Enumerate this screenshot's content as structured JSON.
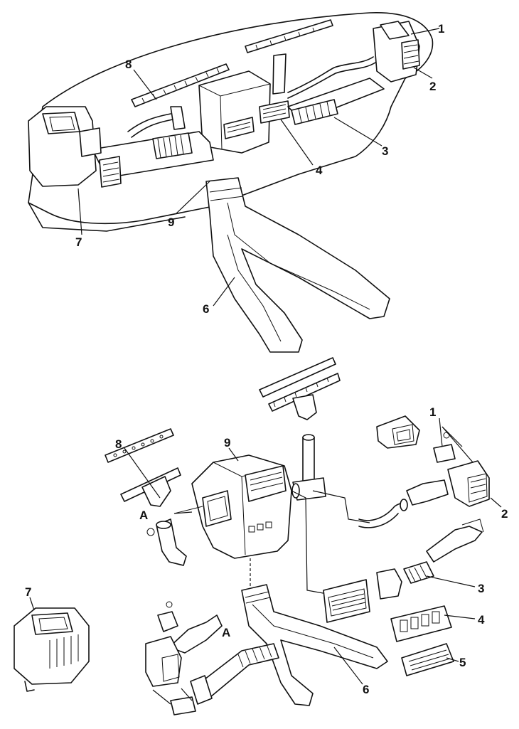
{
  "callouts_top": {
    "c1": "1",
    "c2": "2",
    "c3": "3",
    "c4": "4",
    "c6": "6",
    "c7": "7",
    "c8": "8",
    "c9": "9"
  },
  "callouts_bottom": {
    "c1": "1",
    "c2": "2",
    "c3": "3",
    "c4": "4",
    "c5": "5",
    "c6": "6",
    "c7": "7",
    "c8": "8",
    "c9": "9",
    "a1": "A",
    "a2": "A"
  }
}
